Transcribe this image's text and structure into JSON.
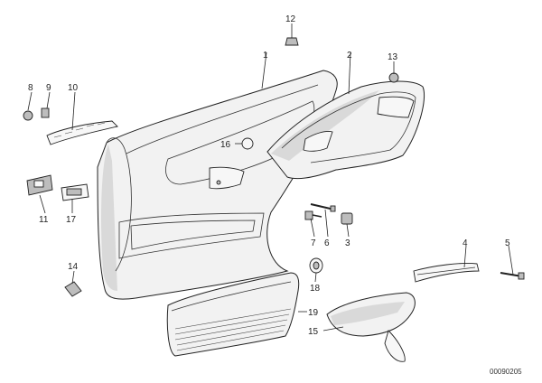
{
  "diagram": {
    "callouts": [
      "1",
      "2",
      "3",
      "4",
      "5",
      "6",
      "7",
      "8",
      "9",
      "10",
      "11",
      "12",
      "13",
      "14",
      "15",
      "16",
      "17",
      "18",
      "19"
    ],
    "document_code": "00090205"
  }
}
